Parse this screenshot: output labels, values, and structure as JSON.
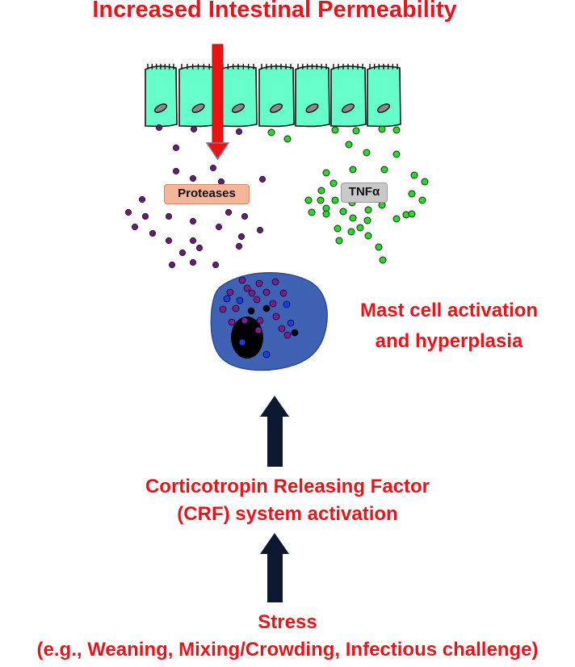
{
  "title": "Increased Intestinal Permeability",
  "mediators": {
    "proteases_label": "Proteases",
    "tnf_label": "TNFα"
  },
  "mast_cell": {
    "label_line1": "Mast cell activation",
    "label_line2": "and hyperplasia"
  },
  "crf": {
    "label_line1": "Corticotropin Releasing Factor",
    "label_line2": "(CRF) system activation"
  },
  "stress": {
    "label": "Stress",
    "examples": "(e.g., Weaning, Mixing/Crowding, Infectious challenge)"
  },
  "colors": {
    "text_red": "#e8141c",
    "epithelium": "#66ffcc",
    "protease_granule": "#6b1a7a",
    "tnf_granule": "#22dd22",
    "mast_cell": "#3f62b5",
    "arrow_dark": "#0b1830",
    "permeability_arrow": "#ee1111"
  }
}
